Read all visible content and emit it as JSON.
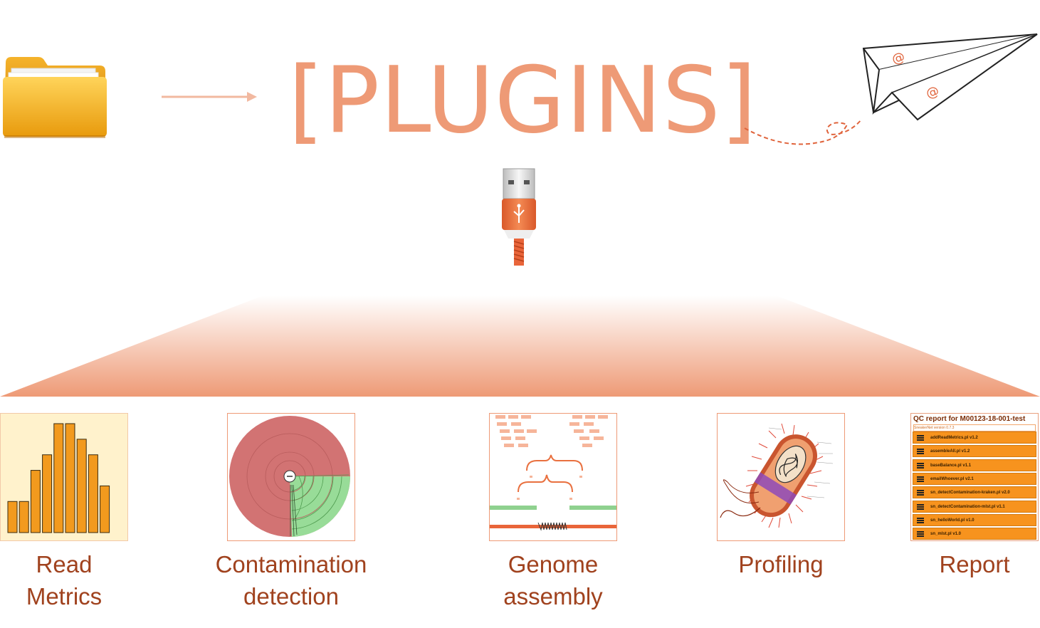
{
  "title": "[PLUGINS]",
  "colors": {
    "accent": "#EE9A76",
    "caption": "#A0421E",
    "report_orange": "#F7931E"
  },
  "icons": [
    "folder-icon",
    "arrow-right-icon",
    "usb-connector-icon",
    "paper-plane-icon",
    "at-sign-icon"
  ],
  "plane": {
    "at_symbol": "@"
  },
  "plugins": [
    {
      "caption": "Read\nMetrics",
      "icon": "histogram-icon"
    },
    {
      "caption": "Contamination\ndetection",
      "icon": "sunburst-icon"
    },
    {
      "caption": "Genome\nassembly",
      "icon": "assembly-icon"
    },
    {
      "caption": "Profiling",
      "icon": "bacterium-icon"
    },
    {
      "caption": "Report",
      "icon": "report-icon"
    }
  ],
  "report": {
    "title": "QC report for M00123-18-001-test",
    "subtitle": "SneakerNet version 0.7.3",
    "rows": [
      "addReadMetrics.pl v1.2",
      "assembleAll.pl v1.2",
      "baseBalance.pl v1.1",
      "emailWhoever.pl v2.1",
      "sn_detectContamination-kraken.pl v2.0",
      "sn_detectContamination-mlst.pl v1.1",
      "sn_helloWorld.pl v1.0",
      "sn_mlst.pl v1.0"
    ]
  },
  "chart_data": {
    "type": "bar",
    "values": [
      2,
      2,
      4,
      5,
      7,
      7,
      6,
      5,
      3
    ]
  }
}
